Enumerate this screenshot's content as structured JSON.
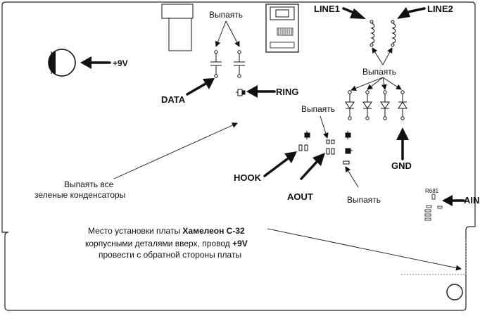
{
  "labels": {
    "plus9v": "+9V",
    "data": "DATA",
    "ring": "RING",
    "line1": "LINE1",
    "line2": "LINE2",
    "hook": "HOOK",
    "aout": "AOUT",
    "gnd": "GND",
    "ain": "AIN",
    "r681": "R681"
  },
  "notes": {
    "solder_top": "Выпаять",
    "solder_mid": "Выпаять",
    "solder_left": "Выпаять",
    "solder_bottom": "Выпаять",
    "caps_line1": "Выпаять все",
    "caps_line2": "зеленые конденсаторы",
    "install_line1_a": "Место установки платы ",
    "install_line1_b": "Хамелеон С-32",
    "install_line2_a": "корпусными деталями вверх, провод ",
    "install_line2_b": "+9V",
    "install_line3": "провести с обратной стороны платы"
  },
  "colors": {
    "ink": "#111111",
    "board_outline": "#222222",
    "background": "#ffffff"
  }
}
